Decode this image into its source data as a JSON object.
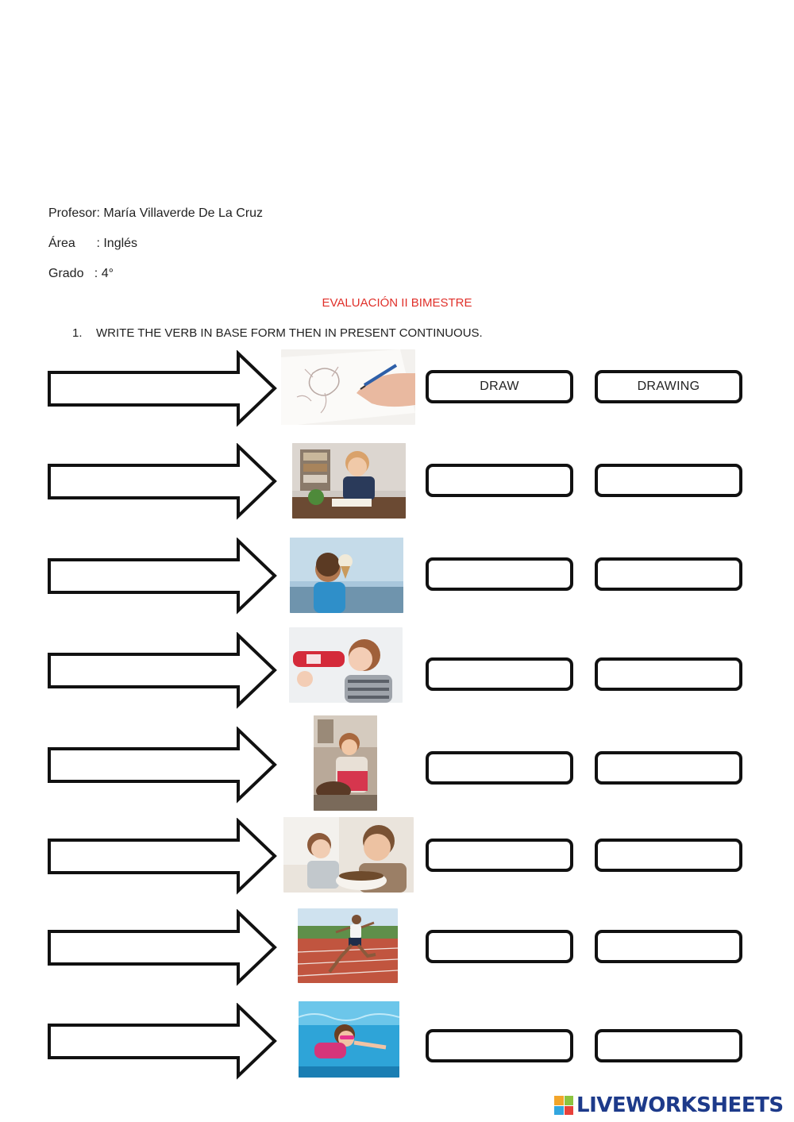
{
  "header": {
    "teacher": "Profesor: María Villaverde De La Cruz",
    "area": "Área      : Inglés",
    "grade": "Grado   : 4°"
  },
  "title": "EVALUACIÓN II BIMESTRE",
  "instruction": {
    "number": "1.",
    "text": "WRITE THE VERB IN BASE FORM THEN IN PRESENT CONTINUOUS."
  },
  "rows": [
    {
      "image": "drawing-picture",
      "base": "DRAW",
      "continuous": "DRAWING"
    },
    {
      "image": "reading-picture",
      "base": "",
      "continuous": ""
    },
    {
      "image": "eating-ice-cream-picture",
      "base": "",
      "continuous": ""
    },
    {
      "image": "drinking-picture",
      "base": "",
      "continuous": ""
    },
    {
      "image": "cooking-picture",
      "base": "",
      "continuous": ""
    },
    {
      "image": "eating-cereal-picture",
      "base": "",
      "continuous": ""
    },
    {
      "image": "running-picture",
      "base": "",
      "continuous": ""
    },
    {
      "image": "swimming-picture",
      "base": "",
      "continuous": ""
    }
  ],
  "footer": {
    "brand": "LIVEWORKSHEETS",
    "logo_icon": "liveworksheets-logo-icon"
  },
  "colors": {
    "title": "#e0302a",
    "brand": "#1d3a8a",
    "border": "#111111"
  }
}
